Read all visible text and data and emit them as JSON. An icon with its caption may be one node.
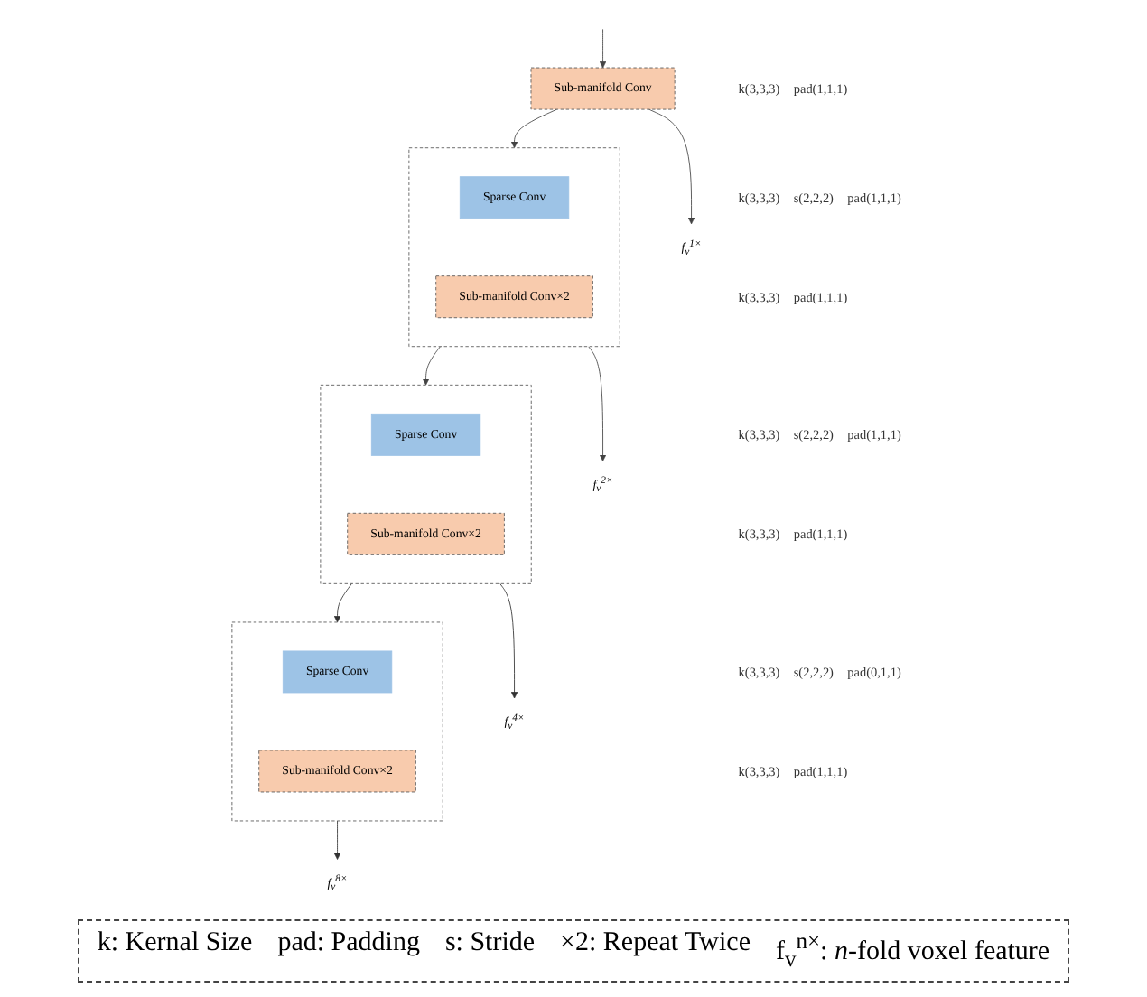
{
  "diagram": {
    "nodes": [
      {
        "text": [
          "Sub-manifold Conv"
        ],
        "beside": [
          "k(3,3,3)",
          "pad(1,1,1)"
        ]
      },
      {
        "text": [
          "f$_{v}$$^{1×}$"
        ]
      },
      {
        "text": [],
        "shape": "box"
      },
      {
        "text": [
          "Sparse Conv"
        ],
        "in": 2,
        "beside": [
          "k(3,3,3)",
          "s(2,2,2)",
          "pad(1,1,1)"
        ]
      },
      {
        "text": [
          "Sub-manifold Conv×2"
        ],
        "in": 2,
        "beside": [
          "k(3,3,3)",
          "pad(1,1,1)"
        ]
      },
      {
        "text": [
          "f$_{v}$$^{2×}$"
        ]
      },
      {
        "text": [],
        "shape": "box"
      },
      {
        "text": [
          "Sparse Conv"
        ],
        "in": 6,
        "beside": [
          "k(3,3,3)",
          "s(2,2,2)",
          "pad(1,1,1)"
        ]
      },
      {
        "text": [
          "Sub-manifold Conv×2"
        ],
        "in": 6,
        "beside": [
          "k(3,3,3)",
          "pad(1,1,1)"
        ]
      },
      {
        "text": [
          "f$_{v}$$^{4×}$"
        ]
      },
      {
        "text": [],
        "shape": "box"
      },
      {
        "text": [
          "Sparse Conv"
        ],
        "in": 10,
        "beside": [
          "k(3,3,3)",
          "s(2,2,2)",
          "pad(0,1,1)"
        ]
      },
      {
        "text": [
          "Sub-manifold Conv×2"
        ],
        "in": 10,
        "beside": [
          "k(3,3,3)",
          "pad(1,1,1)"
        ]
      },
      {
        "text": [
          "f$_{v}$$^{8×}$"
        ]
      }
    ],
    "edges": [
      {
        "from": null,
        "to": 0,
        "arrow": "to"
      },
      {
        "from": 0,
        "to": 1,
        "arrow": "to"
      },
      {
        "from": 0,
        "to": 2,
        "arrow": "to"
      },
      {
        "from": 2,
        "to": 5,
        "arrow": "to"
      },
      {
        "from": 2,
        "to": 6,
        "arrow": "to"
      },
      {
        "from": 6,
        "to": 9,
        "arrow": "to"
      },
      {
        "from": 6,
        "to": 10,
        "arrow": "to"
      },
      {
        "from": 10,
        "to": 13,
        "arrow": "to"
      }
    ],
    "labels": [
      "k: Kernal Size",
      "pad: Padding",
      "s: Stride",
      "×2: Repeat Twice",
      "f$_{v}$$^{n×}$: *n*-fold voxel feature"
    ]
  }
}
